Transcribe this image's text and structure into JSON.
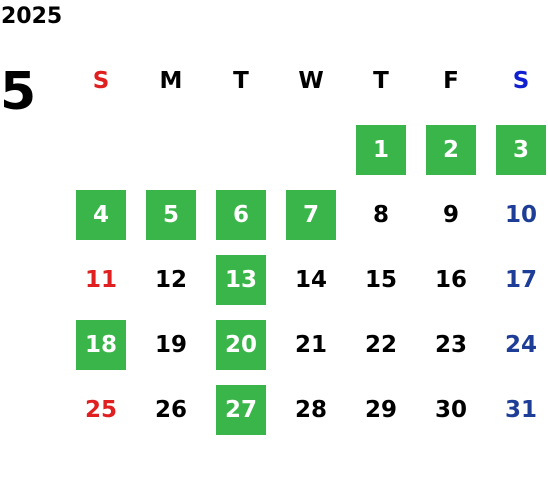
{
  "calendar": {
    "year": "2025",
    "month": "5",
    "weekdays": [
      "S",
      "M",
      "T",
      "W",
      "T",
      "F",
      "S"
    ],
    "weekday_colors": [
      "#e02020",
      "#000000",
      "#000000",
      "#000000",
      "#000000",
      "#000000",
      "#1020d0"
    ],
    "highlight_color": "#3ab54a",
    "sunday_color": "#e02020",
    "saturday_color": "#1e3d96",
    "weeks": [
      [
        "",
        "",
        "",
        "",
        "1",
        "2",
        "3"
      ],
      [
        "4",
        "5",
        "6",
        "7",
        "8",
        "9",
        "10"
      ],
      [
        "11",
        "12",
        "13",
        "14",
        "15",
        "16",
        "17"
      ],
      [
        "18",
        "19",
        "20",
        "21",
        "22",
        "23",
        "24"
      ],
      [
        "25",
        "26",
        "27",
        "28",
        "29",
        "30",
        "31"
      ]
    ],
    "highlighted_days": [
      "1",
      "2",
      "3",
      "4",
      "5",
      "6",
      "7",
      "13",
      "18",
      "20",
      "27"
    ]
  }
}
